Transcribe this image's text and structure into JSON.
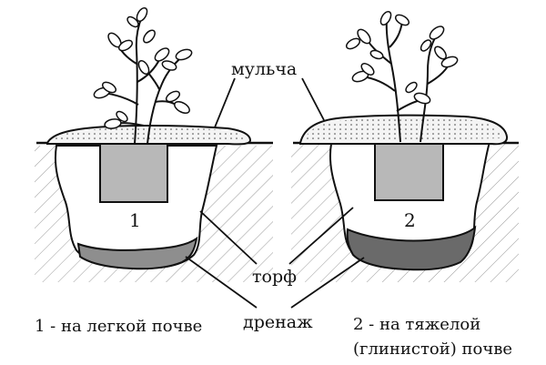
{
  "labels": {
    "mulch": "мульча",
    "peat": "торф",
    "drainage": "дренаж"
  },
  "pits": [
    {
      "number": "1",
      "caption": "1 - на легкой почве"
    },
    {
      "number": "2",
      "caption_line1": "2 - на тяжелой",
      "caption_line2": "(глинистой) почве"
    }
  ],
  "colors": {
    "line": "#111111",
    "peat_fill": "#b8b8b8",
    "drainage_fill_light": "#8e8e8e",
    "drainage_fill_heavy": "#6a6a6a",
    "mulch_fill": "#f4f4f4",
    "soil_hatch": "#9a9a9a"
  }
}
